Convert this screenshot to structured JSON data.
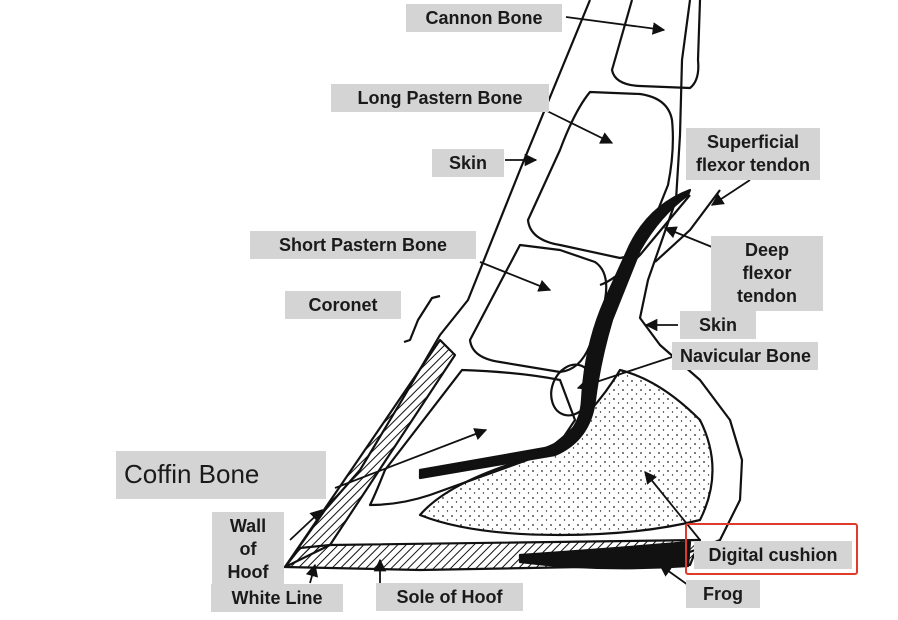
{
  "labels": {
    "cannon_bone": "Cannon Bone",
    "long_pastern_bone": "Long Pastern Bone",
    "skin_front": "Skin",
    "superficial_flexor_tendon": "Superficial\nflexor tendon",
    "short_pastern_bone": "Short Pastern Bone",
    "deep_flexor_tendon": "Deep flexor\ntendon",
    "coronet": "Coronet",
    "skin_back": "Skin",
    "navicular_bone": "Navicular Bone",
    "coffin_bone": "Coffin Bone",
    "wall_of_hoof": "Wall of\nHoof",
    "digital_cushion": "Digital cushion",
    "white_line": "White Line",
    "sole_of_hoof": "Sole of Hoof",
    "frog": "Frog"
  },
  "colors": {
    "label_background": "#d4d4d4",
    "highlight_border": "#e03a2a",
    "line_art": "#111111"
  },
  "highlighted_label": "digital_cushion"
}
